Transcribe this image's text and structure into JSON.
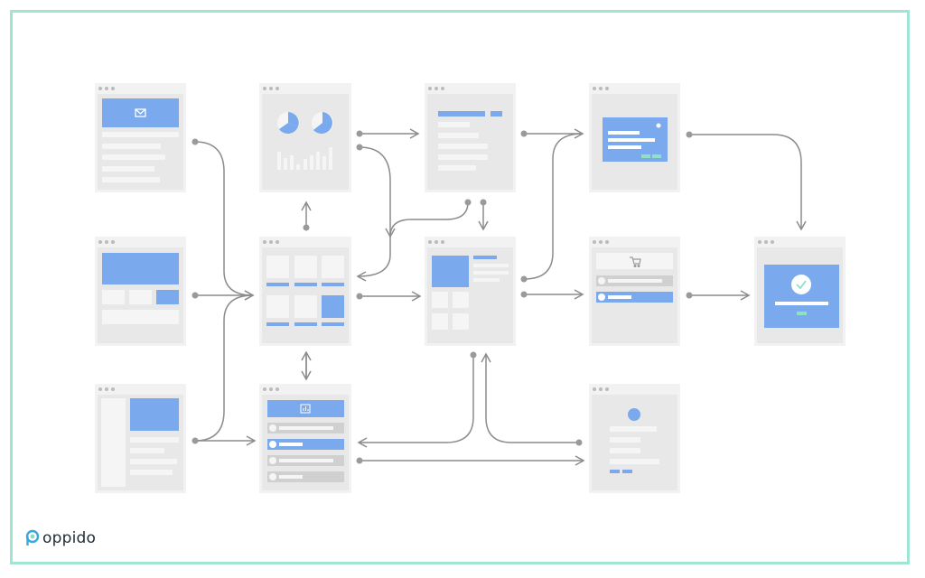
{
  "brand": {
    "name": "oppido",
    "color_primary": "#3aa7e0",
    "color_secondary": "#8fd6c4"
  },
  "colors": {
    "frame": "#9ee6d3",
    "card_bg": "#e8e8e8",
    "card_shadow": "#f2f2f2",
    "block_gray": "#d9d9d9",
    "block_light": "#f5f5f5",
    "accent_blue": "#7aa9ee",
    "accent_green": "#8fe0c4",
    "connector": "#8c8c8c",
    "dot": "#9a9a9a"
  },
  "screens": [
    {
      "id": "email-screen",
      "icon": "envelope-icon"
    },
    {
      "id": "dashboard-pies-screen",
      "icon": "pie-chart-icon"
    },
    {
      "id": "text-list-screen",
      "icon": null
    },
    {
      "id": "blue-card-screen",
      "icon": null
    },
    {
      "id": "banner-screen",
      "icon": null
    },
    {
      "id": "grid-screen",
      "icon": null
    },
    {
      "id": "detail-screen",
      "icon": null
    },
    {
      "id": "cart-screen",
      "icon": "cart-icon"
    },
    {
      "id": "success-screen",
      "icon": "check-icon"
    },
    {
      "id": "sidebar-screen",
      "icon": null
    },
    {
      "id": "list-chart-screen",
      "icon": "bar-chart-icon"
    },
    {
      "id": "profile-screen",
      "icon": "avatar-icon"
    }
  ]
}
